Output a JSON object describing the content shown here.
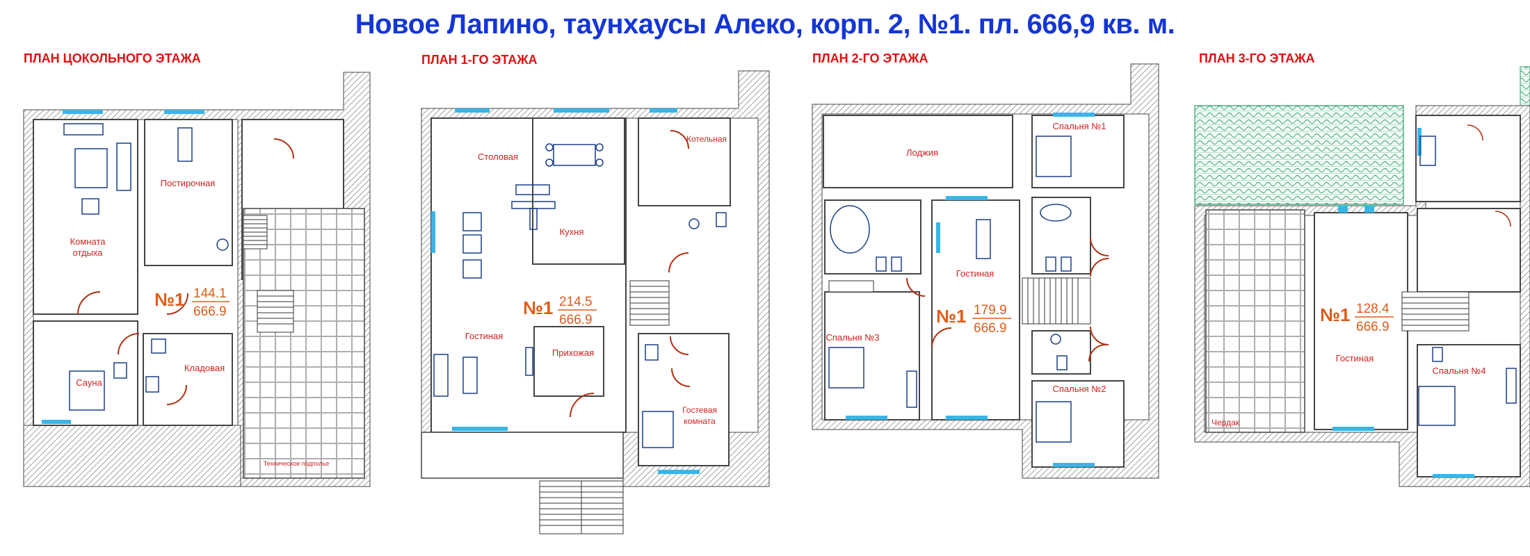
{
  "header": {
    "title": "Новое Лапино, таунхаусы Алеко, корп. 2, №1.  пл. 666,9 кв. м."
  },
  "colors": {
    "title": "#1436d6",
    "plan_title": "#e01010",
    "room_label": "#d02020",
    "area_number": "#e05a18",
    "wall_hatch": "#8a8a8a",
    "window": "#38b6e8",
    "furniture": "#1a3e8a",
    "door": "#b03010",
    "roof_green": "#2a9d6a"
  },
  "plans": [
    {
      "title": "ПЛАН ЦОКОЛЬНОГО ЭТАЖА",
      "unit": "№1",
      "area": "144.1",
      "total": "666.9",
      "rooms": [
        "Комната",
        "отдыха",
        "Постирочная",
        "Сауна",
        "Кладовая",
        "Техническое подполье"
      ]
    },
    {
      "title": "ПЛАН 1-ГО ЭТАЖА",
      "unit": "№1",
      "area": "214.5",
      "total": "666.9",
      "rooms": [
        "Столовая",
        "Кухня",
        "Котельная",
        "Гостиная",
        "Прихожая",
        "Гостевая",
        "комната"
      ]
    },
    {
      "title": "ПЛАН 2-ГО ЭТАЖА",
      "unit": "№1",
      "area": "179.9",
      "total": "666.9",
      "rooms": [
        "Лоджия",
        "Спальня №1",
        "Гостиная",
        "Спальня №3",
        "Спальня №2"
      ]
    },
    {
      "title": "ПЛАН 3-ГО ЭТАЖА",
      "unit": "№1",
      "area": "128.4",
      "total": "666.9",
      "rooms": [
        "Гостиная",
        "Спальня №4",
        "Чердак"
      ]
    }
  ]
}
